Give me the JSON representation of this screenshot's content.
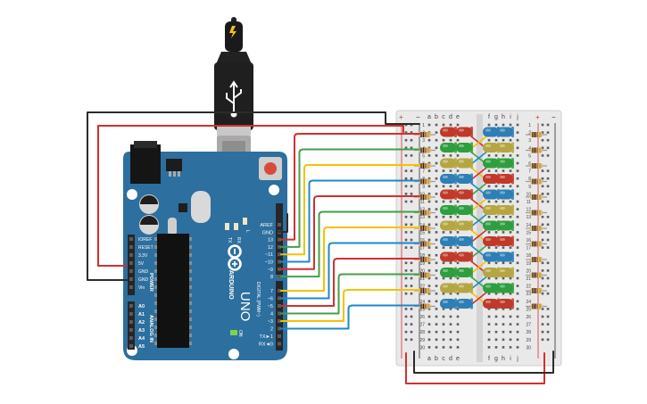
{
  "colors": {
    "board": "#2d6f9e",
    "board_dark": "#235a82",
    "header": "#262626",
    "breadboard": "#e9e9e9",
    "rail_plus": "#d32f2f",
    "rail_minus": "#2b2b2b",
    "wire_red": "#d32f2f",
    "wire_black": "#2b2b2b",
    "wire_green": "#43a047",
    "wire_yellow": "#f2c200",
    "wire_blue": "#1e88c8",
    "led_red": "#c0392b",
    "led_green": "#2e9e3e",
    "led_yellow": "#b5a642",
    "led_blue": "#2d7fb5"
  },
  "arduino": {
    "brand": "ARDUINO",
    "model": "UNO",
    "on_label": "ON",
    "tx_label": "TX",
    "rx_label": "RX",
    "l_label": "L",
    "power_header_title": "POWER",
    "analog_header_title": "ANALOG IN",
    "digital_header_title": "DIGITAL (PWM~)",
    "power_pins": [
      "IOREF",
      "RESET",
      "3.3V",
      "5V",
      "GND",
      "GND",
      "Vin"
    ],
    "analog_pins": [
      "A0",
      "A1",
      "A2",
      "A3",
      "A4",
      "A5"
    ],
    "digital_top_pins": [
      "AREF",
      "GND",
      "13",
      "12",
      "~11",
      "~10",
      "~9",
      "8"
    ],
    "digital_bottom_pins": [
      "7",
      "~6",
      "~5",
      "4",
      "~3",
      "2",
      "TX►1",
      "RX◄0"
    ]
  },
  "breadboard": {
    "columns_left": [
      "a",
      "b",
      "c",
      "d",
      "e"
    ],
    "columns_right": [
      "f",
      "g",
      "h",
      "i",
      "j"
    ],
    "rail_plus_label": "+",
    "rail_minus_label": "−",
    "row_numbers": [
      "1",
      "2",
      "3",
      "4",
      "5",
      "6",
      "7",
      "8",
      "9",
      "10",
      "11",
      "12",
      "13",
      "14",
      "15",
      "16",
      "17",
      "18",
      "19",
      "20",
      "21",
      "22",
      "23",
      "24",
      "25",
      "26",
      "27",
      "28",
      "29",
      "30"
    ]
  },
  "leds": {
    "left": [
      "red",
      "green",
      "yellow",
      "blue",
      "red",
      "green",
      "yellow",
      "blue",
      "red",
      "green",
      "yellow",
      "blue"
    ],
    "right": [
      "blue",
      "yellow",
      "green",
      "red",
      "blue",
      "yellow",
      "green",
      "red",
      "blue",
      "yellow",
      "green",
      "red"
    ]
  }
}
